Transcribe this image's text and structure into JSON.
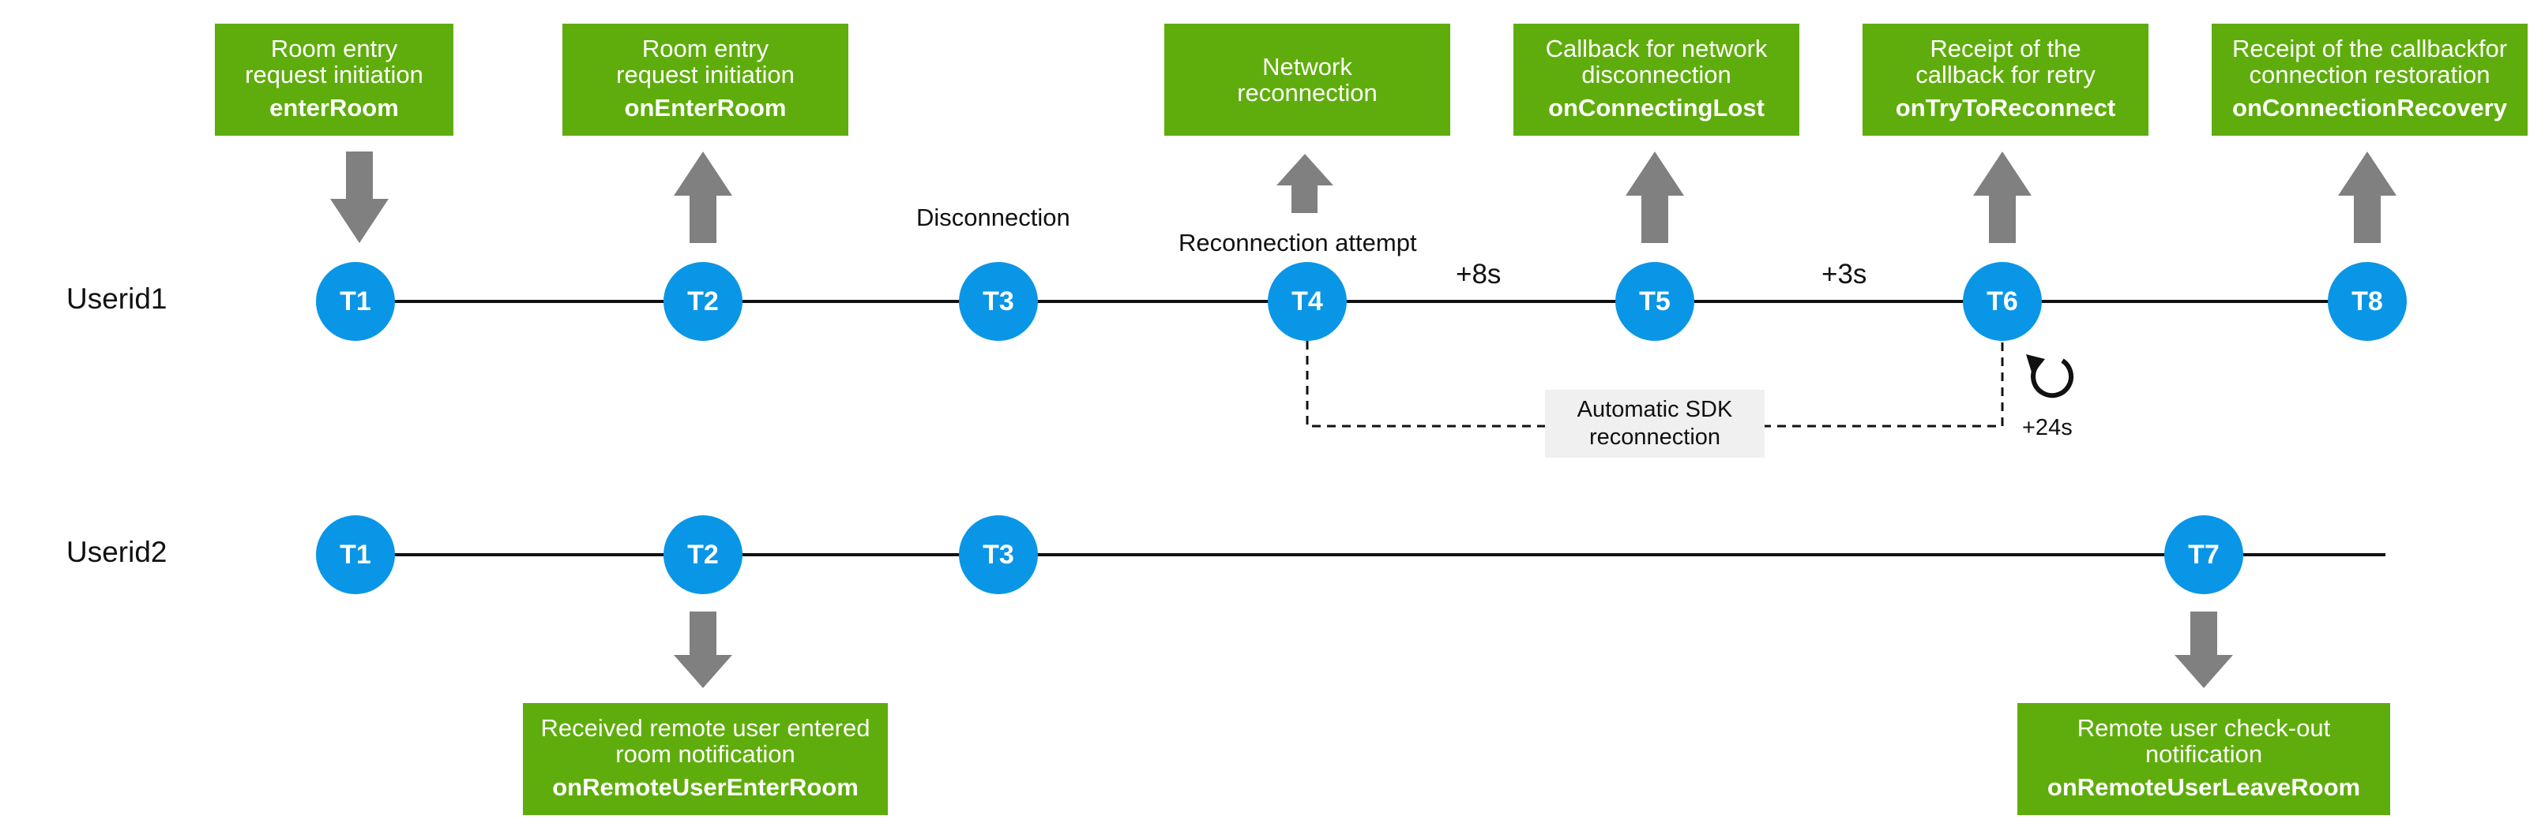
{
  "rows": [
    {
      "label": "Userid1"
    },
    {
      "label": "Userid2"
    }
  ],
  "user1_nodes": [
    "T1",
    "T2",
    "T3",
    "T4",
    "T5",
    "T6",
    "T8"
  ],
  "user2_nodes": [
    "T1",
    "T2",
    "T3",
    "T7"
  ],
  "top_boxes": [
    {
      "line1": "Room entry",
      "line2": "request initiation",
      "fn": "enterRoom",
      "arrow": "down"
    },
    {
      "line1": "Room entry",
      "line2": "request initiation",
      "fn": "onEnterRoom",
      "arrow": "up"
    },
    {
      "line1": "Network",
      "line2": "reconnection",
      "fn": "",
      "arrow": "up"
    },
    {
      "line1": "Callback for network",
      "line2": "disconnection",
      "fn": "onConnectingLost",
      "arrow": "up"
    },
    {
      "line1": "Receipt of the",
      "line2": "callback for retry",
      "fn": "onTryToReconnect",
      "arrow": "up"
    },
    {
      "line1": "Receipt of the callbackfor",
      "line2": "connection restoration",
      "fn": "onConnectionRecovery",
      "arrow": "up"
    }
  ],
  "bottom_boxes": [
    {
      "line1": "Received remote user entered",
      "line2": "room notification",
      "fn": "onRemoteUserEnterRoom"
    },
    {
      "line1": "Remote user check-out",
      "line2": "notification",
      "fn": "onRemoteUserLeaveRoom"
    }
  ],
  "annotations": {
    "disconnection": "Disconnection",
    "reconnection_attempt": "Reconnection attempt",
    "plus8": "+8s",
    "plus3": "+3s",
    "plus24": "+24s",
    "sdk_line1": "Automatic SDK",
    "sdk_line2": "reconnection"
  },
  "colors": {
    "node": "#0a96e6",
    "box": "#5fad0c",
    "arrow": "#808080",
    "line": "#111111"
  },
  "icons": {
    "retry": "retry-icon"
  }
}
